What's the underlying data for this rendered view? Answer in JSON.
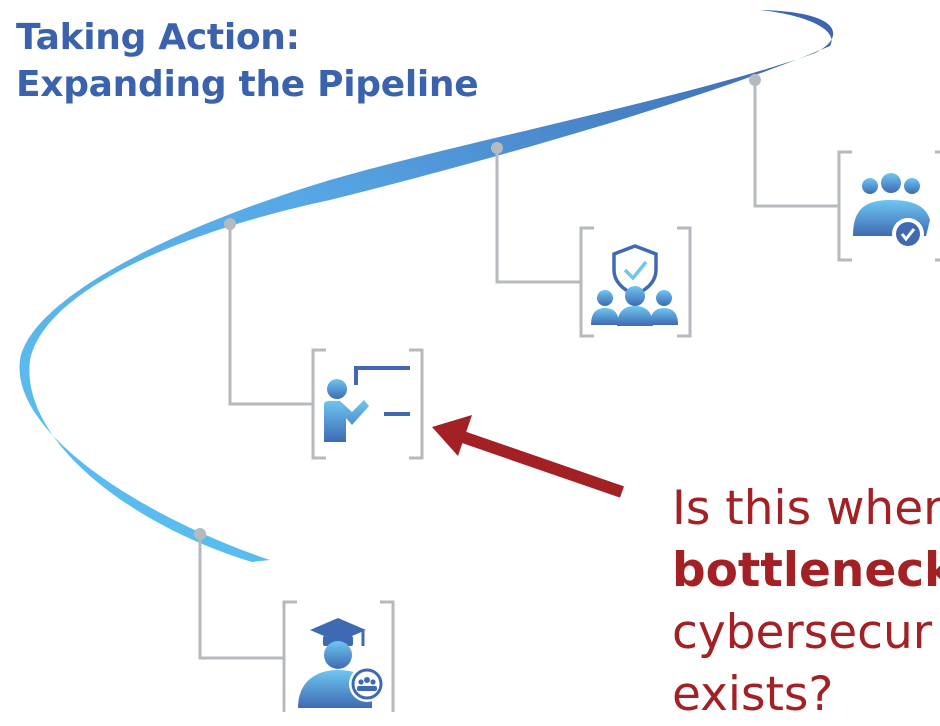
{
  "title": {
    "line1": "Taking Action:",
    "line2": "Expanding the Pipeline"
  },
  "callout": {
    "line1": "Is this wher",
    "line2": "bottleneck",
    "line3": "cybersecur",
    "line4": "exists?"
  },
  "colors": {
    "title": "#3b62ad",
    "callout_text": "#a32025",
    "arrow": "#a32025",
    "path_start": "#5bc3f1",
    "path_end": "#3b62ad",
    "icon_light": "#6ec6f2",
    "icon_dark": "#3f6ab3",
    "connector": "#b5babf"
  },
  "stages": [
    {
      "icon": "graduate-student-icon"
    },
    {
      "icon": "teacher-presentation-icon"
    },
    {
      "icon": "security-team-shield-icon"
    },
    {
      "icon": "verified-group-icon"
    }
  ]
}
